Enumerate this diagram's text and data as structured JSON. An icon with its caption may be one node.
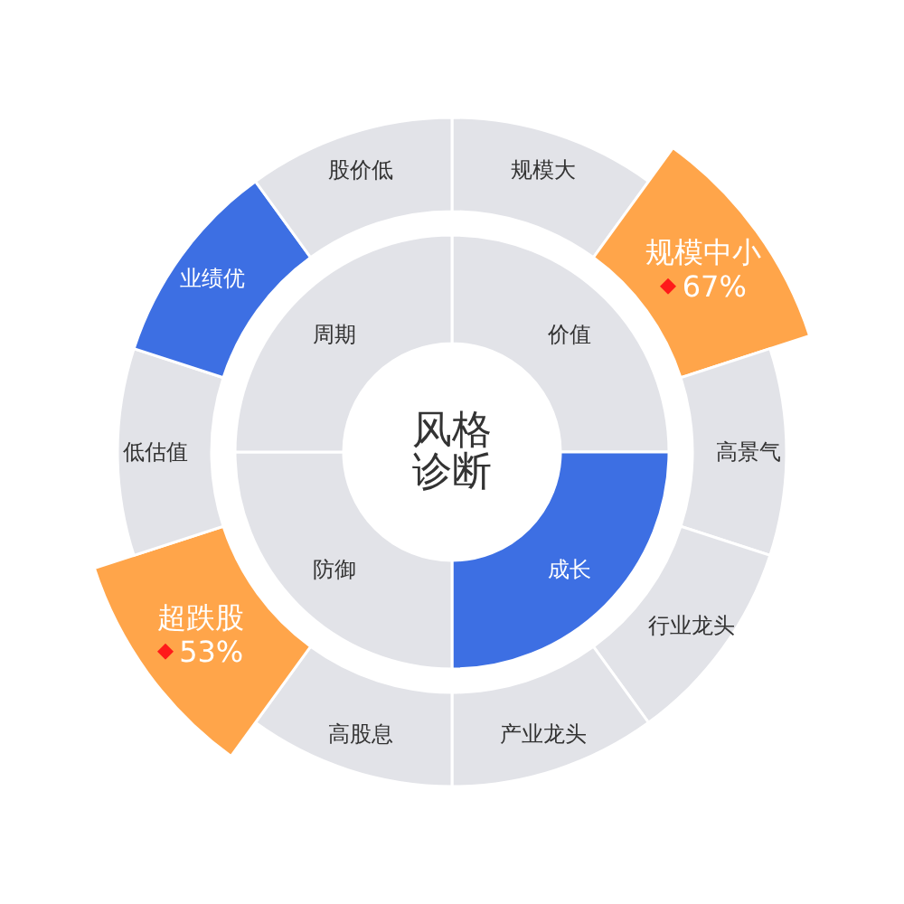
{
  "diagram": {
    "nodes": [
      {
        "text": [
          "风格诊断"
        ]
      },
      {
        "text": [
          "价值"
        ]
      },
      {
        "text": [
          "成长"
        ]
      },
      {
        "text": [
          "防御"
        ]
      },
      {
        "text": [
          "周期"
        ]
      },
      {
        "text": [
          "规模大"
        ]
      },
      {
        "text": [
          "规模中小",
          "67%"
        ]
      },
      {
        "text": [
          "高景气"
        ]
      },
      {
        "text": [
          "行业龙头"
        ]
      },
      {
        "text": [
          "产业龙头"
        ]
      },
      {
        "text": [
          "高股息"
        ]
      },
      {
        "text": [
          "超跌股",
          "53%"
        ]
      },
      {
        "text": [
          "低估值"
        ]
      },
      {
        "text": [
          "业绩优"
        ]
      },
      {
        "text": [
          "股价低"
        ]
      }
    ]
  }
}
